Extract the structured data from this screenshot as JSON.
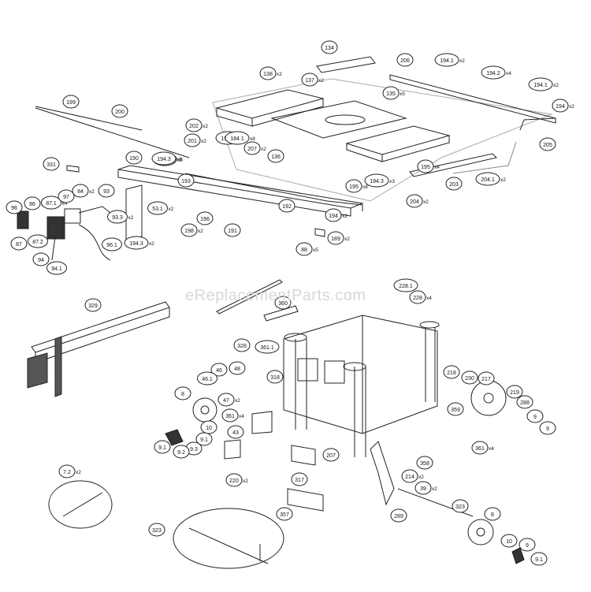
{
  "watermark": "eReplacementParts.com",
  "parts": [
    {
      "label": "134",
      "qty": ""
    },
    {
      "label": "206",
      "qty": ""
    },
    {
      "label": "194.1",
      "qty": "x2"
    },
    {
      "label": "138",
      "qty": "x2"
    },
    {
      "label": "137",
      "qty": "x2"
    },
    {
      "label": "194.2",
      "qty": "x4"
    },
    {
      "label": "194.1",
      "qty": "x2"
    },
    {
      "label": "135",
      "qty": "x5"
    },
    {
      "label": "194",
      "qty": "x2"
    },
    {
      "label": "199",
      "qty": ""
    },
    {
      "label": "200",
      "qty": ""
    },
    {
      "label": "202",
      "qty": "x2"
    },
    {
      "label": "201",
      "qty": "x2"
    },
    {
      "label": "194.2",
      "qty": ""
    },
    {
      "label": "184.1",
      "qty": "x8"
    },
    {
      "label": "207",
      "qty": "x2"
    },
    {
      "label": "194.1",
      "qty": "x8"
    },
    {
      "label": "136",
      "qty": ""
    },
    {
      "label": "205",
      "qty": ""
    },
    {
      "label": "331",
      "qty": ""
    },
    {
      "label": "190",
      "qty": ""
    },
    {
      "label": "194.3",
      "qty": "x8"
    },
    {
      "label": "193",
      "qty": ""
    },
    {
      "label": "195",
      "qty": "x4"
    },
    {
      "label": "204.1",
      "qty": "x2"
    },
    {
      "label": "203",
      "qty": ""
    },
    {
      "label": "194.3",
      "qty": "x3"
    },
    {
      "label": "195",
      "qty": "x8"
    },
    {
      "label": "204",
      "qty": "x2"
    },
    {
      "label": "93",
      "qty": ""
    },
    {
      "label": "96",
      "qty": ""
    },
    {
      "label": "86",
      "qty": "x4"
    },
    {
      "label": "87.1",
      "qty": "x4"
    },
    {
      "label": "97",
      "qty": ""
    },
    {
      "label": "84",
      "qty": "x2"
    },
    {
      "label": "53.1",
      "qty": "x2"
    },
    {
      "label": "196",
      "qty": ""
    },
    {
      "label": "192",
      "qty": ""
    },
    {
      "label": "194",
      "qty": "x2"
    },
    {
      "label": "93.3",
      "qty": "x2"
    },
    {
      "label": "198",
      "qty": "x2"
    },
    {
      "label": "191",
      "qty": ""
    },
    {
      "label": "87",
      "qty": ""
    },
    {
      "label": "87.2",
      "qty": ""
    },
    {
      "label": "189",
      "qty": "x2"
    },
    {
      "label": "194.3",
      "qty": "x2"
    },
    {
      "label": "96.1",
      "qty": ""
    },
    {
      "label": "88",
      "qty": "x5"
    },
    {
      "label": "94",
      "qty": ""
    },
    {
      "label": "94.1",
      "qty": ""
    },
    {
      "label": "228.1",
      "qty": ""
    },
    {
      "label": "228",
      "qty": "x4"
    },
    {
      "label": "329",
      "qty": ""
    },
    {
      "label": "360",
      "qty": ""
    },
    {
      "label": "328",
      "qty": ""
    },
    {
      "label": "361.1",
      "qty": ""
    },
    {
      "label": "46",
      "qty": ""
    },
    {
      "label": "48",
      "qty": ""
    },
    {
      "label": "46.1",
      "qty": ""
    },
    {
      "label": "318",
      "qty": ""
    },
    {
      "label": "218",
      "qty": ""
    },
    {
      "label": "230",
      "qty": ""
    },
    {
      "label": "217",
      "qty": ""
    },
    {
      "label": "8",
      "qty": ""
    },
    {
      "label": "47",
      "qty": "x2"
    },
    {
      "label": "219",
      "qty": ""
    },
    {
      "label": "288",
      "qty": ""
    },
    {
      "label": "10",
      "qty": ""
    },
    {
      "label": "361",
      "qty": "x4"
    },
    {
      "label": "359",
      "qty": ""
    },
    {
      "label": "9",
      "qty": ""
    },
    {
      "label": "9.1",
      "qty": ""
    },
    {
      "label": "9",
      "qty": ""
    },
    {
      "label": "43",
      "qty": ""
    },
    {
      "label": "9.3",
      "qty": ""
    },
    {
      "label": "9.1",
      "qty": ""
    },
    {
      "label": "9.2",
      "qty": ""
    },
    {
      "label": "207",
      "qty": ""
    },
    {
      "label": "361",
      "qty": "x4"
    },
    {
      "label": "358",
      "qty": ""
    },
    {
      "label": "7.2",
      "qty": "x2"
    },
    {
      "label": "220",
      "qty": "x2"
    },
    {
      "label": "317",
      "qty": ""
    },
    {
      "label": "214",
      "qty": "x2"
    },
    {
      "label": "39",
      "qty": "x2"
    },
    {
      "label": "323",
      "qty": ""
    },
    {
      "label": "357",
      "qty": ""
    },
    {
      "label": "289",
      "qty": ""
    },
    {
      "label": "8",
      "qty": ""
    },
    {
      "label": "323",
      "qty": ""
    },
    {
      "label": "10",
      "qty": ""
    },
    {
      "label": "9",
      "qty": ""
    },
    {
      "label": "9.1",
      "qty": ""
    }
  ]
}
